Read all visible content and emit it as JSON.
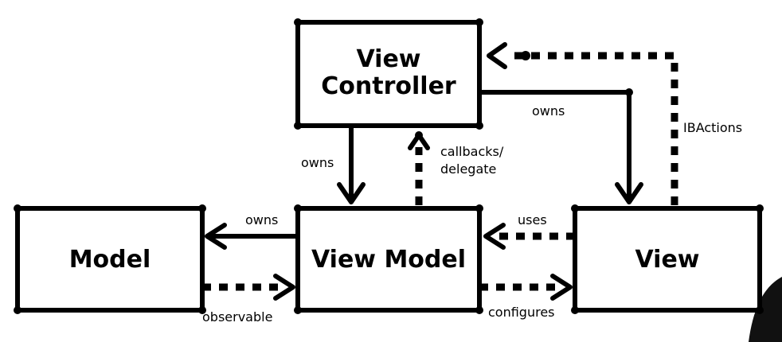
{
  "nodes": {
    "view_controller": {
      "line1": "View",
      "line2": "Controller"
    },
    "model": {
      "label": "Model"
    },
    "view_model": {
      "label": "View Model"
    },
    "view": {
      "label": "View"
    }
  },
  "edges": {
    "vc_owns_vm": "owns",
    "vm_callbacks_vc_line1": "callbacks/",
    "vm_callbacks_vc_line2": "delegate",
    "vc_owns_view": "owns",
    "view_ibactions_vc": "IBActions",
    "vm_owns_model": "owns",
    "model_observable_vm": "observable",
    "view_uses_vm": "uses",
    "vm_configures_view": "configures"
  },
  "colors": {
    "stroke": "#000000",
    "background": "#ffffff"
  }
}
